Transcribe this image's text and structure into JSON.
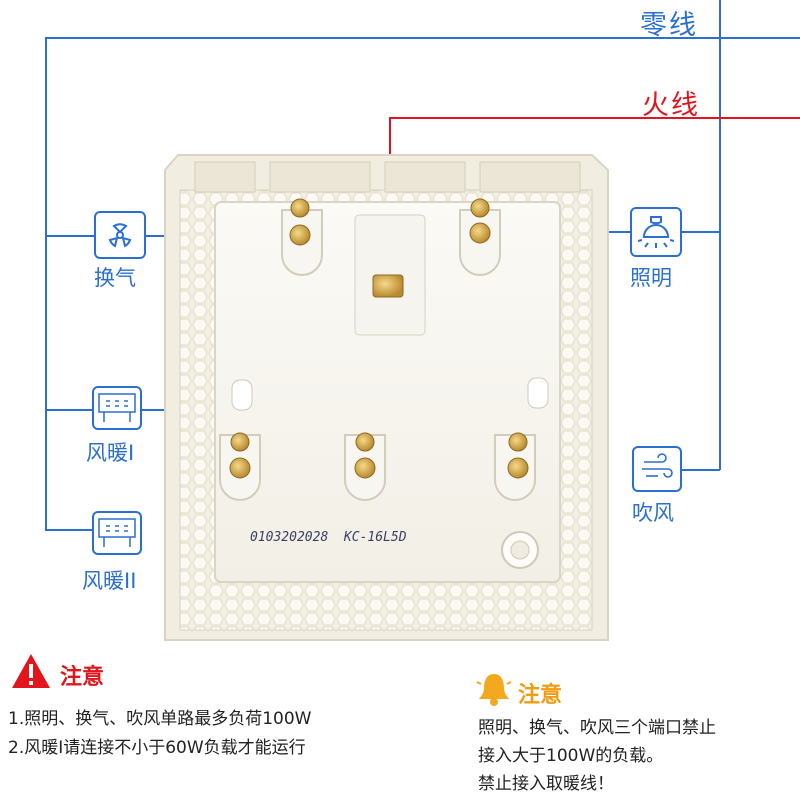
{
  "wires": {
    "neutral_label": "零线",
    "live_label": "火线",
    "neutral_color": "#2a6fd1",
    "live_color": "#e3141b"
  },
  "ports": {
    "left": [
      {
        "label": "换气",
        "icon": "fan-icon"
      },
      {
        "label": "风暖I",
        "icon": "heater-icon"
      },
      {
        "label": "风暖II",
        "icon": "heater-icon"
      }
    ],
    "right": [
      {
        "label": "照明",
        "icon": "lamp-icon"
      },
      {
        "label": "吹风",
        "icon": "wind-icon"
      }
    ]
  },
  "device": {
    "serial_text": "0103202028  KC-16L5D"
  },
  "note_left": {
    "title": "注意",
    "icon": "warning-triangle-icon",
    "lines": [
      "1.照明、换气、吹风单路最多负荷100W",
      "2.风暖I请连接不小于60W负载才能运行"
    ]
  },
  "note_right": {
    "title": "注意",
    "icon": "bell-icon",
    "lines": [
      "照明、换气、吹风三个端口禁止",
      "接入大于100W的负载。",
      "禁止接入取暖线！"
    ]
  }
}
